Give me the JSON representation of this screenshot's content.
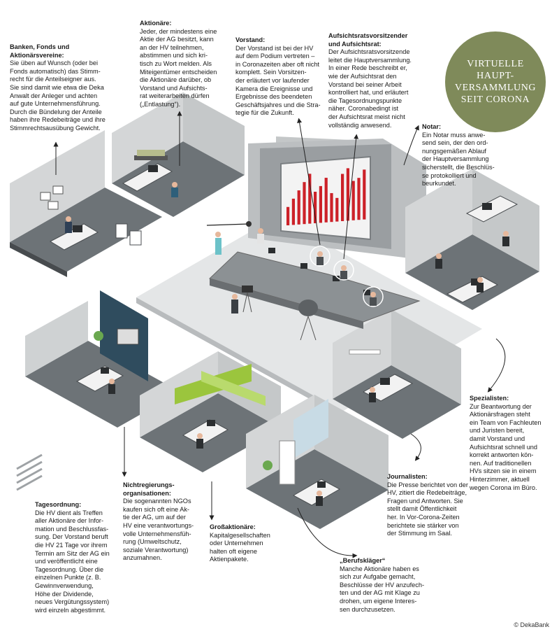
{
  "badge": {
    "text": "VIRTUELLE\nHAUPT-\nVERSAMMLUNG\nSEIT CORONA",
    "color": "#7f8a5a"
  },
  "labels": {
    "banken": {
      "title": "Banken, Fonds und\nAktionärsvereine:",
      "body": "Sie üben auf Wunsch (oder bei\nFonds automatisch) das Stimm-\nrecht für die Anteilseigner aus.\nSie sind damit wie etwa die Deka\nAnwalt der Anleger und achten\nauf gute Unternehmensführung.\nDurch die Bündelung der Anteile\nhaben ihre Redebeiträge und ihre\nStimmrechtsausübung Gewicht."
    },
    "aktionaere": {
      "title": "Aktionäre:",
      "body": "Jeder, der mindestens eine\nAktie der AG besitzt, kann\nan der HV teilnehmen,\nabstimmen und sich kri-\ntisch zu Wort melden. Als\nMiteigentümer entscheiden\ndie Aktionäre darüber, ob\nVorstand und Aufsichts-\nrat weiterarbeiten dürfen\n(„Entlastung“)."
    },
    "vorstand": {
      "title": "Vorstand:",
      "body": "Der Vorstand ist bei der HV\nauf dem Podium vertreten –\nin Coronazeiten aber oft nicht\nkomplett. Sein Vorsitzen-\nder erläutert vor laufender\nKamera die Ereignisse und\nErgebnisse des beendeten\nGeschäftsjahres und die Stra-\ntegie für die Zukunft."
    },
    "aufsichtsrat": {
      "title": "Aufsichtsratsvorsitzender\nund Aufsichtsrat:",
      "body": "Der Aufsichtsratsvorsitzende\nleitet die Hauptversammlung.\nIn einer Rede beschreibt er,\nwie der Aufsichtsrat den\nVorstand bei seiner Arbeit\nkontrolliert hat, und erläutert\ndie Tagesordnungspunkte\nnäher. Coronabedingt ist\nder Aufsichtsrat meist nicht\nvollständig anwesend."
    },
    "notar": {
      "title": "Notar:",
      "body": "Ein Notar muss anwe-\nsend sein, der den ord-\nnungsgemäßen Ablauf\nder Hauptversammlung\nsicherstellt, die Beschlüs-\nse protokolliert und\nbeurkundet."
    },
    "spezialisten": {
      "title": "Spezialisten:",
      "body": "Zur Beantwortung der\nAktionärsfragen steht\nein Team von Fachleuten\nund Juristen bereit,\ndamit Vorstand und\nAufsichtsrat schnell und\nkorrekt antworten kön-\nnen. Auf traditionellen\nHVs sitzen sie in einem\nHinterzimmer, aktuell\nwegen Corona im Büro."
    },
    "journalisten": {
      "title": "Journalisten:",
      "body": "Die Presse berichtet von der\nHV, zitiert die Redebeiträge,\nFragen und Antworten. Sie\nstellt damit Öffentlichkeit\nher. In Vor-Corona-Zeiten\nberichtete sie stärker von\nder Stimmung im Saal."
    },
    "berufsklaeger": {
      "title": "„Berufskläger“",
      "body": "Manche Aktionäre haben es\nsich zur Aufgabe gemacht,\nBeschlüsse der HV anzufech-\nten und der AG mit Klage zu\ndrohen, um eigene Interes-\nsen durchzusetzen."
    },
    "grossaktionaere": {
      "title": "Großaktionäre:",
      "body": "Kapitalgesellschaften\noder Unternehmen\nhalten oft eigene\nAktienpakete."
    },
    "ngos": {
      "title": "Nichtregierungs-\norganisationen:",
      "body": "Die sogenannten NGOs\nkaufen sich oft eine Ak-\ntie der AG, um auf der\nHV eine verantwortungs-\nvolle Unternehmensfüh-\nrung (Umweltschutz,\nsoziale Verantwortung)\nanzumahnen."
    },
    "tagesordnung": {
      "title": "Tagesordnung:",
      "body": "Die HV dient als Treffen\naller Aktionäre der Infor-\nmation und Beschlussfas-\nsung. Der Vorstand beruft\ndie HV 21 Tage vor ihrem\nTermin am Sitz der AG ein\nund veröffentlicht eine\nTagesordnung. Über die\neinzelnen Punkte (z. B.\nGewinnverwendung,\nHöhe der Dividende,\nneues Vergütungssystem)\nwird einzeln abgestimmt."
    }
  },
  "screen_bar_heights": [
    0.35,
    0.5,
    0.65,
    0.8,
    0.95,
    0.6,
    0.7,
    0.85,
    0.55,
    0.45,
    0.9,
    1.0,
    0.75,
    0.8,
    0.95
  ],
  "colors": {
    "floor": "#b9bcbe",
    "wall": "#d9dbdc",
    "dark": "#3f4346",
    "accent_green": "#9bc53d",
    "bars": "#cc2128",
    "wall_blue": "#2f4c5e"
  },
  "copyright": "© DekaBank"
}
